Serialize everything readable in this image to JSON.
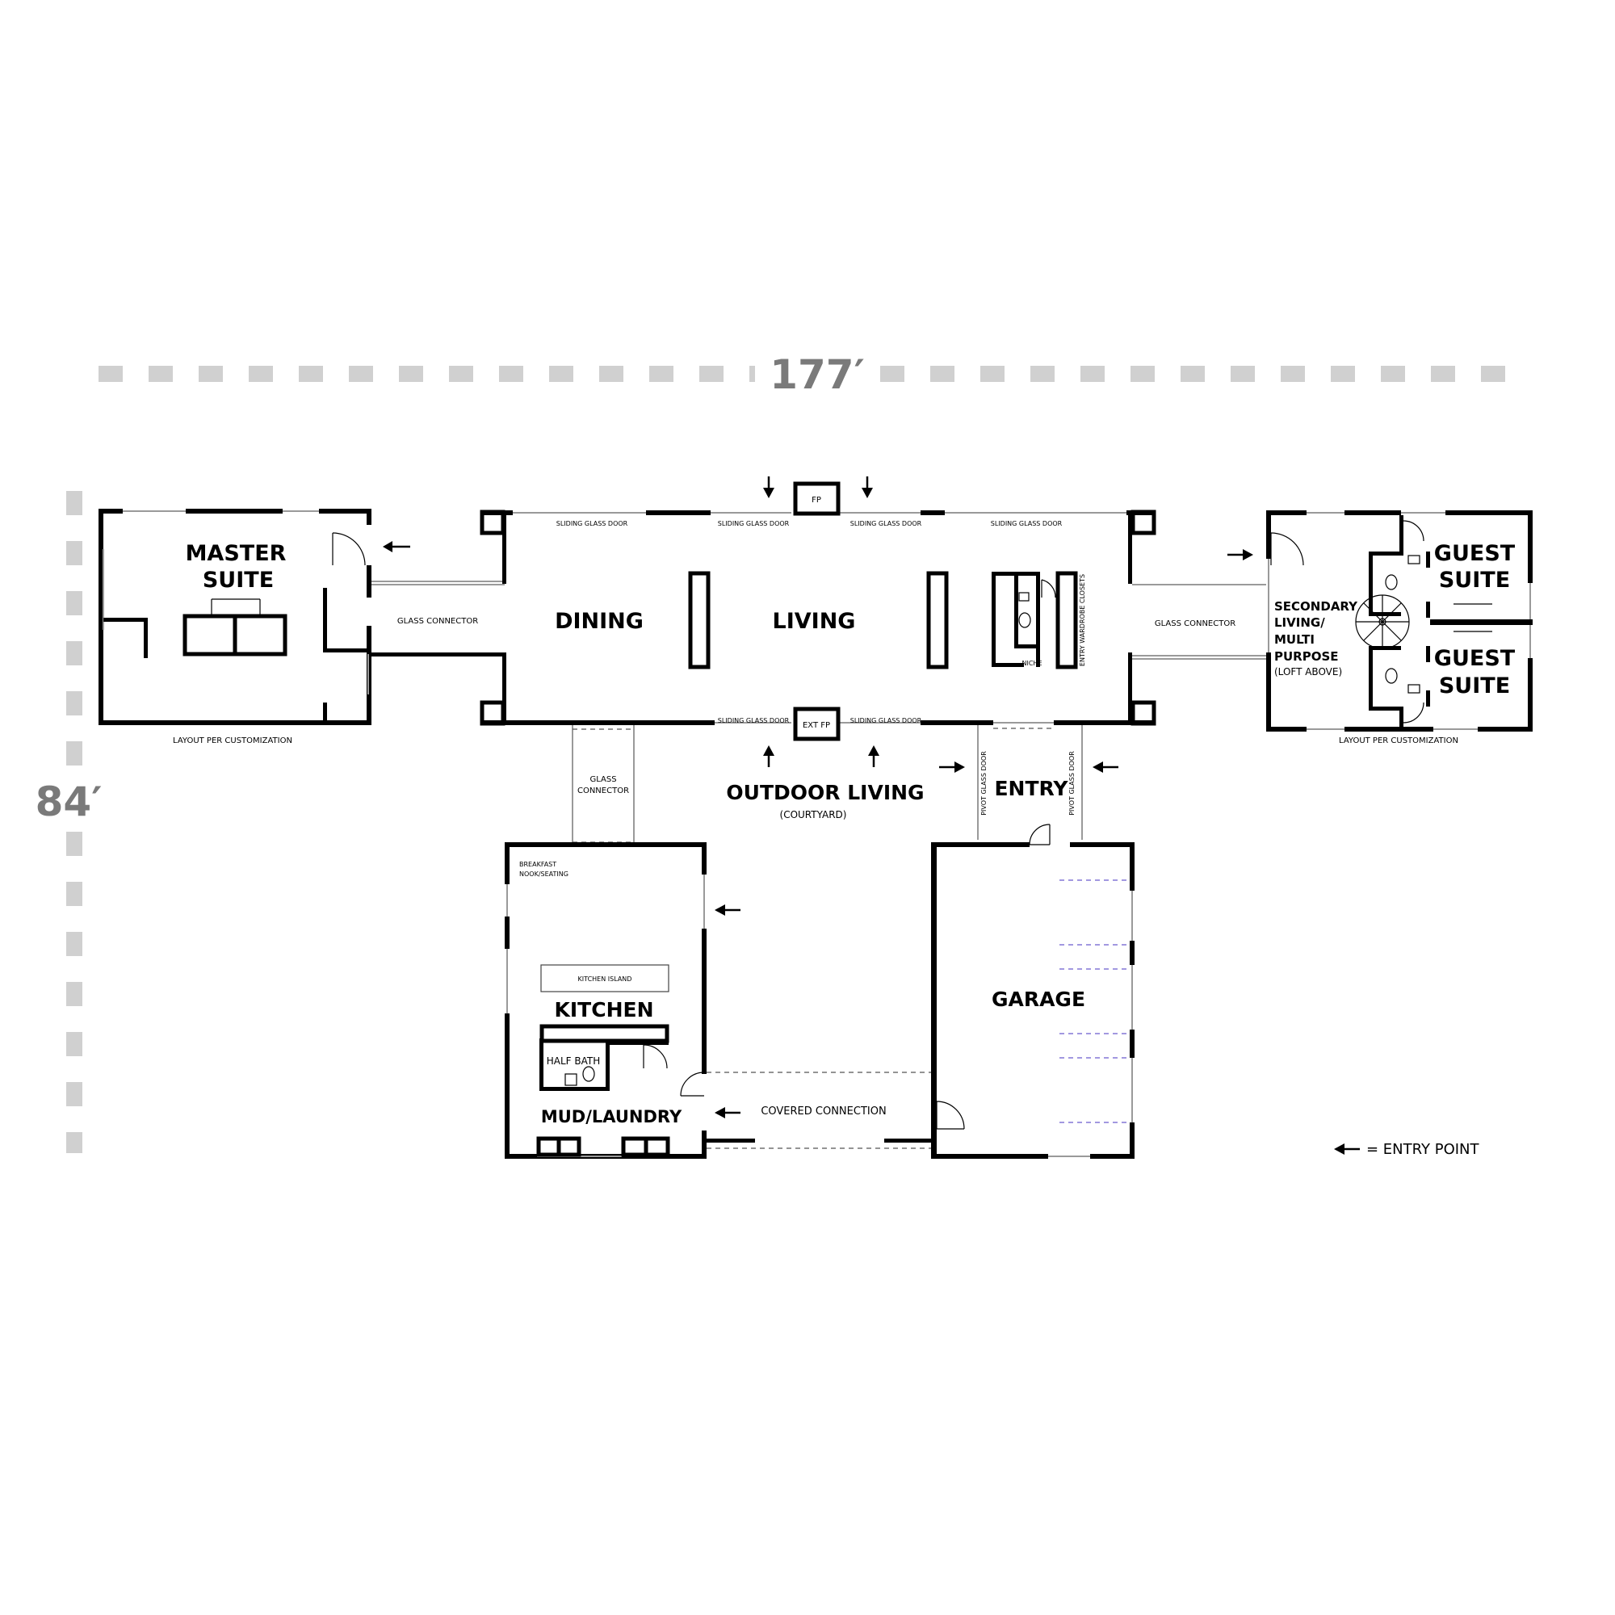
{
  "dimensions": {
    "width": "177′",
    "depth": "84′"
  },
  "rooms": {
    "master_line1": "MASTER",
    "master_line2": "SUITE",
    "dining": "DINING",
    "living": "LIVING",
    "guest1_line1": "GUEST",
    "guest1_line2": "SUITE",
    "guest2_line1": "GUEST",
    "guest2_line2": "SUITE",
    "secondary_line1": "SECONDARY",
    "secondary_line2": "LIVING/",
    "secondary_line3": "MULTI",
    "secondary_line4": "PURPOSE",
    "secondary_line5": "(LOFT ABOVE)",
    "outdoor": "OUTDOOR LIVING",
    "courtyard": "(COURTYARD)",
    "entry": "ENTRY",
    "kitchen": "KITCHEN",
    "half_bath": "HALF BATH",
    "mud_laundry": "MUD/LAUNDRY",
    "garage": "GARAGE"
  },
  "labels": {
    "fp": "FP",
    "ext_fp": "EXT FP",
    "sliding_glass_door": "SLIDING GLASS DOOR",
    "glass_connector": "GLASS CONNECTOR",
    "glass_connector_line1": "GLASS",
    "glass_connector_line2": "CONNECTOR",
    "niche": "NICHE",
    "entry_wardrobe_closets": "ENTRY WARDROBE CLOSETS",
    "layout_per_customization": "LAYOUT PER CUSTOMIZATION",
    "pivot_glass_door": "PIVOT GLASS DOOR",
    "breakfast_line1": "BREAKFAST",
    "breakfast_line2": "NOOK/SEATING",
    "kitchen_island": "KITCHEN ISLAND",
    "covered_connection": "COVERED CONNECTION"
  },
  "legend": {
    "entry_point": "= ENTRY POINT"
  }
}
